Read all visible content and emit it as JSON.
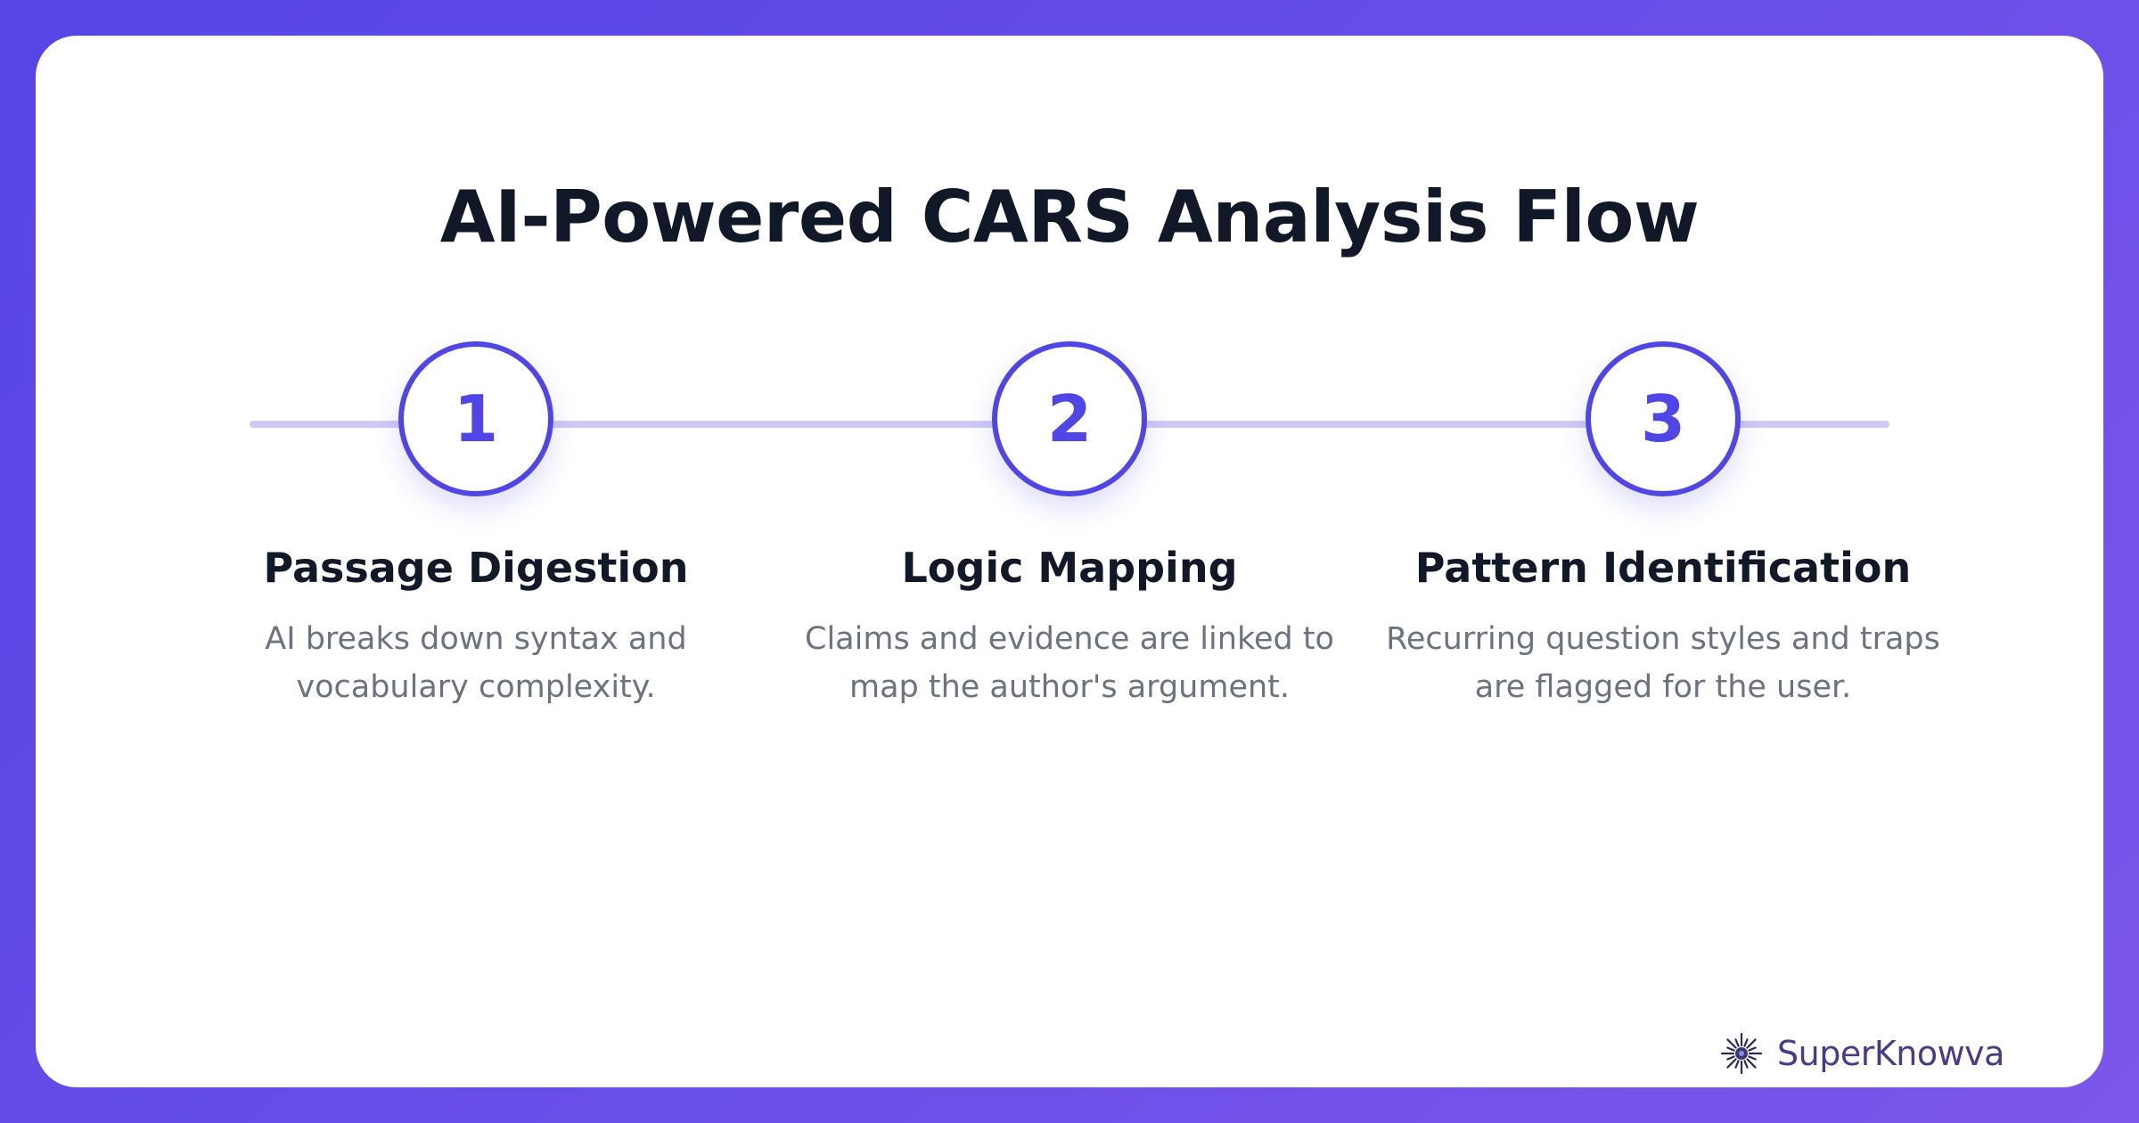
{
  "title": "AI-Powered CARS Analysis Flow",
  "steps": [
    {
      "number": "1",
      "title": "Passage Digestion",
      "description": "AI breaks down syntax and\nvocabulary complexity."
    },
    {
      "number": "2",
      "title": "Logic Mapping",
      "description": "Claims and evidence are linked to\nmap the author's argument."
    },
    {
      "number": "3",
      "title": "Pattern Identification",
      "description": "Recurring question styles and traps\nare flagged for the user."
    }
  ],
  "brand": {
    "name": "SuperKnowva",
    "logo_icon": "starburst-logo-icon"
  },
  "colors": {
    "accent": "#4f46e5",
    "track": "#cfcaf5",
    "heading": "#111827",
    "body_text": "#6b7280",
    "brand_text": "#4b3b86",
    "background_start": "#5646e6",
    "background_end": "#7c57ea"
  }
}
